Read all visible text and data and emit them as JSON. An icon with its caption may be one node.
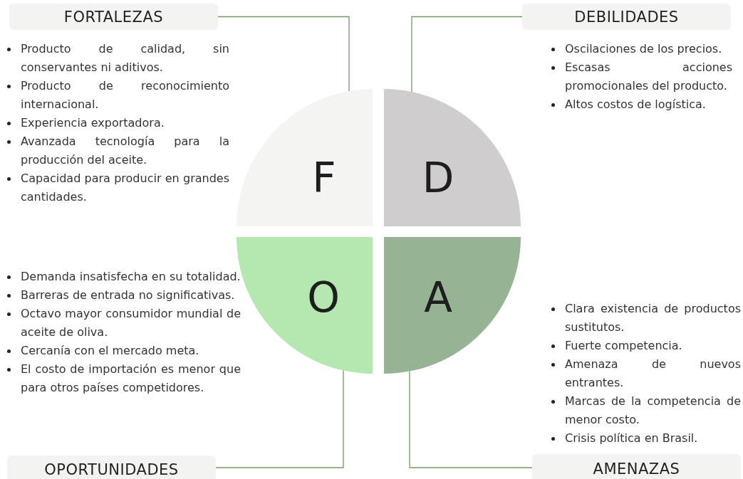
{
  "diagram": {
    "nodes": [
      {
        "text": [
          "FORTALEZAS"
        ]
      },
      {
        "text": [
          "DEBILIDADES"
        ]
      },
      {
        "text": [
          "F"
        ]
      },
      {
        "text": [
          "D"
        ]
      },
      {
        "text": [
          "O"
        ]
      },
      {
        "text": [
          "A"
        ]
      },
      {
        "text": [
          "OPORTUNIDADES"
        ]
      },
      {
        "text": [
          "AMENAZAS"
        ]
      }
    ],
    "edges": [
      {
        "from": 0,
        "to": 2,
        "arrow": "none"
      },
      {
        "from": 1,
        "to": 3,
        "arrow": "none"
      },
      {
        "from": 6,
        "to": 4,
        "arrow": "none"
      },
      {
        "from": 7,
        "to": 5,
        "arrow": "none"
      }
    ],
    "labels": [
      "Producto de calidad, sin conservantes ni aditivos.",
      "Producto de reconocimiento internacional.",
      "Experiencia exportadora.",
      "Avanzada tecnología para la producción del aceite.",
      "Capacidad para producir en grandes cantidades.",
      "Oscilaciones de los precios.",
      "Escasas acciones promocionales del producto.",
      "Altos costos de logística.",
      "Demanda insatisfecha en su totalidad.",
      "Barreras de entrada no significativas.",
      "Octavo mayor consumidor mundial de aceite de oliva.",
      "Cercanía con el mercado meta.",
      "El costo de importación es menor que para otros países competidores.",
      "Clara existencia de productos sustitutos.",
      "Fuerte competencia.",
      "Amenaza de nuevos entrantes.",
      "Marcas de la competencia de menor costo.",
      "Crisis política en Brasil."
    ]
  }
}
